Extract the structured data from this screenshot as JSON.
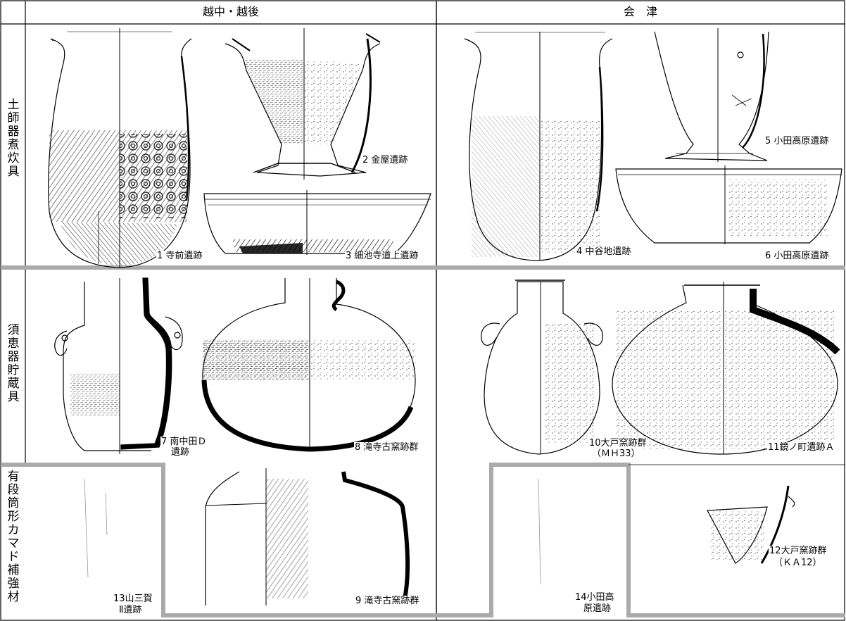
{
  "columns": {
    "left": "越中・越後",
    "right": "会　津"
  },
  "rows": [
    {
      "label": "土師器煮炊具"
    },
    {
      "label": "須恵器貯蔵具"
    },
    {
      "label": "有段筒形カマド補強材"
    }
  ],
  "captions": {
    "c1": "1 寺前遺跡",
    "c2": "2 金屋遺跡",
    "c3": "3 細池寺道上遺跡",
    "c4": "4 中谷地遺跡",
    "c5": "5 小田高原遺跡",
    "c6": "6 小田高原遺跡",
    "c7a": "7 南中田Ｄ",
    "c7b": "遺跡",
    "c8": "8 滝寺古窯跡群",
    "c9": "9 滝寺古窯跡群",
    "c10a": "10大戸窯跡群",
    "c10b": "（ＭＨ33）",
    "c11": "11鏡ノ町遺跡Ａ",
    "c12a": "12大戸窯跡群",
    "c12b": "（ＫＡ12）",
    "c13a": "13山三賀",
    "c13b": "Ⅱ遺跡",
    "c14a": "14小田高",
    "c14b": "原遺跡"
  }
}
